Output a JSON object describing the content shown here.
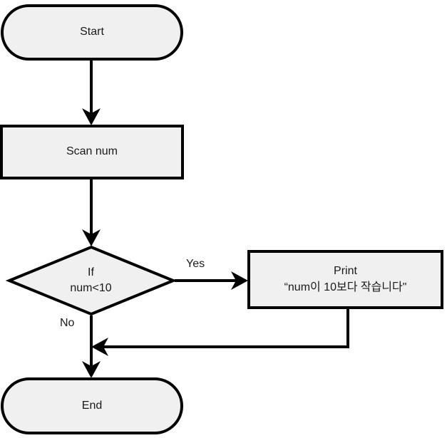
{
  "diagram": {
    "type": "flowchart",
    "title": "num comparison flowchart",
    "colors": {
      "node_fill": "#f0f0f0",
      "stroke": "#000000",
      "text": "#1a1a1a",
      "background": "#ffffff"
    },
    "nodes": [
      {
        "id": "start",
        "shape": "stadium",
        "label": "Start",
        "lines": [
          "Start"
        ]
      },
      {
        "id": "scan",
        "shape": "rectangle",
        "label": "Scan num",
        "lines": [
          "Scan num"
        ]
      },
      {
        "id": "condition",
        "shape": "diamond",
        "label": "If num<10",
        "lines": [
          "If",
          "num<10"
        ]
      },
      {
        "id": "print",
        "shape": "rectangle",
        "label": "Print \"num이 10보다 작습니다\"",
        "lines": [
          "Print",
          "“num이 10보다 작습니다\""
        ]
      },
      {
        "id": "end",
        "shape": "stadium",
        "label": "End",
        "lines": [
          "End"
        ]
      }
    ],
    "edges": [
      {
        "id": "start-to-scan",
        "from": "start",
        "to": "scan",
        "label": ""
      },
      {
        "id": "scan-to-condition",
        "from": "scan",
        "to": "condition",
        "label": ""
      },
      {
        "id": "condition-to-print",
        "from": "condition",
        "to": "print",
        "label": "Yes"
      },
      {
        "id": "condition-to-end",
        "from": "condition",
        "to": "end",
        "label": "No"
      },
      {
        "id": "print-to-end",
        "from": "print",
        "to": "end",
        "label": ""
      }
    ]
  }
}
